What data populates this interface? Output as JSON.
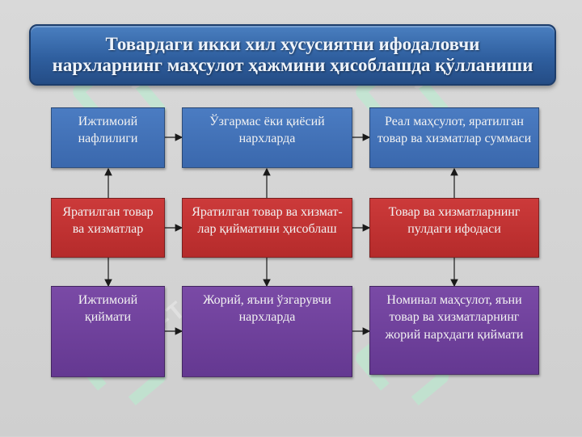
{
  "title": {
    "line1": "Товардаги икки хил хусусиятни ифодаловчи",
    "line2": "нархларнинг маҳсулот ҳажмини ҳисоблашда қўлланиши"
  },
  "watermark": "SOFT",
  "boxes": {
    "social_benefit": "Ижтимоий нафлилиги",
    "fixed_prices": "Ўзгармас ёки қиёсий нархларда",
    "real_product": "Реал маҳсулот, яратилган товар ва хизматлар суммаси",
    "created_goods": "Яратилган товар ва хизматлар",
    "calc_value": "Яратилган товар ва хизмат-лар қийматини ҳисоблаш",
    "money_expression": "Товар ва хизматларнинг пулдаги ифодаси",
    "social_value": "Ижтимоий қиймати",
    "current_prices": "Жорий, яъни ўзгарувчи нархларда",
    "nominal_product": "Номинал маҳсулот, яъни товар ва хизматларнинг жорий нархдаги қиймати"
  },
  "colors": {
    "blue": "#3f6fb5",
    "red": "#c03333",
    "purple": "#6f40a0",
    "arrow": "#1a1a1a"
  }
}
